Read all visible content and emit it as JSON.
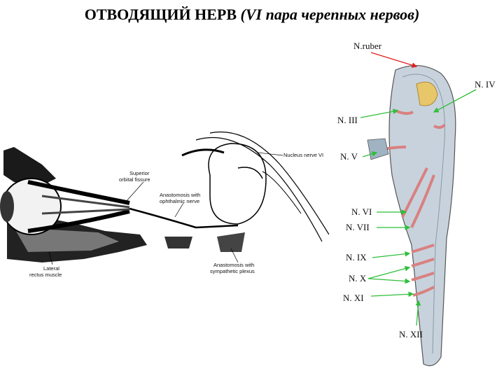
{
  "title": {
    "main": "ОТВОДЯЩИЙ НЕРВ",
    "sub": "(VI пара черепных нервов)"
  },
  "left_diagram": {
    "labels": {
      "nucleus": "Nucleus nerve VI",
      "superior_fissure_1": "Superior",
      "superior_fissure_2": "orbital fissure",
      "anastomosis_oph_1": "Anastomosis with",
      "anastomosis_oph_2": "ophthalmic nerve",
      "anastomosis_sym_1": "Anastomosis with",
      "anastomosis_sym_2": "sympathetic plexus",
      "lateral_rectus_1": "Lateral",
      "lateral_rectus_2": "rectus muscle"
    }
  },
  "right_diagram": {
    "labels": {
      "n_ruber": "N.ruber",
      "n_iv": "N. IV",
      "n_iii": "N. III",
      "n_v": "N. V",
      "n_vi": "N. VI",
      "n_vii": "N. VII",
      "n_ix": "N. IX",
      "n_x": "N. X",
      "n_xi": "N. XI",
      "n_xii": "N. XII"
    },
    "colors": {
      "arrow_ruber": "#e02020",
      "arrow_nerves": "#2fbf3a",
      "nerve_pink": "#d98080"
    }
  }
}
